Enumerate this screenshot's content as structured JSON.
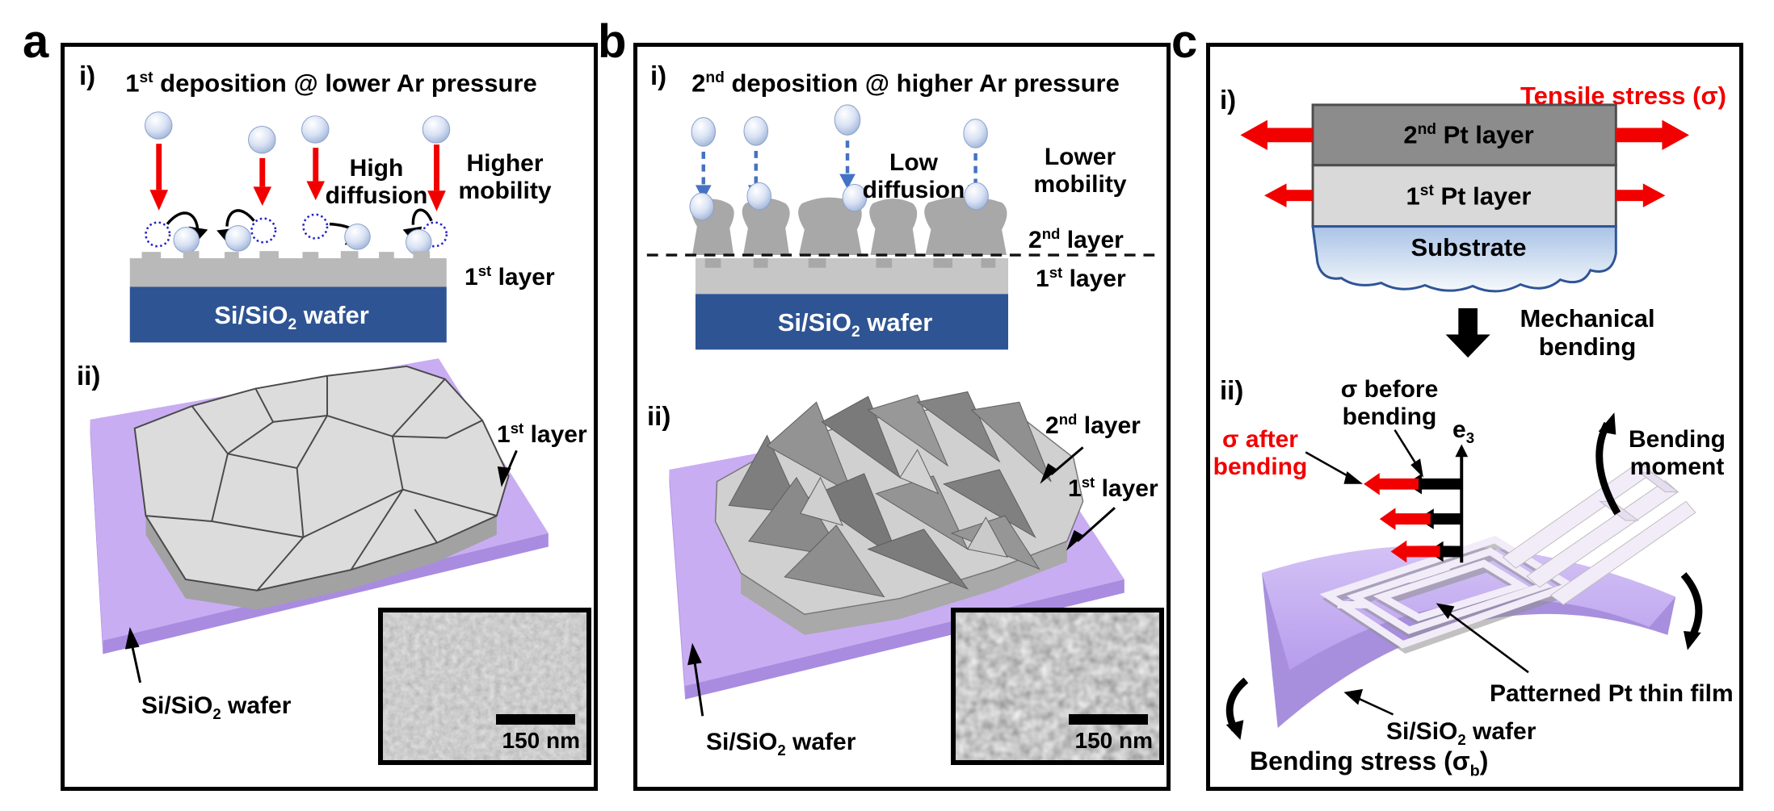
{
  "figure": {
    "panels": {
      "a": {
        "label": "a",
        "i": {
          "numeral": "i)",
          "title_base": "1",
          "title_sup": "st",
          "title_rest": " deposition @ lower Ar pressure",
          "diffusion_l1": "High",
          "diffusion_l2": "diffusion",
          "mobility_l1": "Higher",
          "mobility_l2": "mobility",
          "layer1_base": "1",
          "layer1_sup": "st",
          "layer1_rest": " layer",
          "wafer_base": "Si/SiO",
          "wafer_sub": "2",
          "wafer_rest": " wafer"
        },
        "ii": {
          "numeral": "ii)",
          "layer1_base": "1",
          "layer1_sup": "st",
          "layer1_rest": " layer",
          "wafer_base": "Si/SiO",
          "wafer_sub": "2",
          "wafer_rest": " wafer",
          "scale": "150 nm"
        }
      },
      "b": {
        "label": "b",
        "i": {
          "numeral": "i)",
          "title_base": "2",
          "title_sup": "nd",
          "title_rest": " deposition @ higher Ar pressure",
          "diffusion_l1": "Low",
          "diffusion_l2": "diffusion",
          "mobility_l1": "Lower",
          "mobility_l2": "mobility",
          "layer2_base": "2",
          "layer2_sup": "nd",
          "layer2_rest": " layer",
          "layer1_base": "1",
          "layer1_sup": "st",
          "layer1_rest": " layer",
          "wafer_base": "Si/SiO",
          "wafer_sub": "2",
          "wafer_rest": " wafer"
        },
        "ii": {
          "numeral": "ii)",
          "layer2_base": "2",
          "layer2_sup": "nd",
          "layer2_rest": " layer",
          "layer1_base": "1",
          "layer1_sup": "st",
          "layer1_rest": " layer",
          "wafer_base": "Si/SiO",
          "wafer_sub": "2",
          "wafer_rest": " wafer",
          "scale": "150 nm"
        }
      },
      "c": {
        "label": "c",
        "i": {
          "numeral": "i)",
          "tensile": "Tensile stress (σ)",
          "pt2_base": "2",
          "pt2_sup": "nd",
          "pt2_rest": " Pt layer",
          "pt1_base": "1",
          "pt1_sup": "st",
          "pt1_rest": " Pt layer",
          "substrate": "Substrate",
          "mech_l1": "Mechanical",
          "mech_l2": "bending"
        },
        "ii": {
          "numeral": "ii)",
          "before_l1": "σ before",
          "before_l2": "bending",
          "after_l1": "σ after",
          "after_l2": "bending",
          "e_base": "e",
          "e_sub": "3",
          "moment_l1": "Bending",
          "moment_l2": "moment",
          "film": "Patterned Pt thin film",
          "wafer_base": "Si/SiO",
          "wafer_sub": "2",
          "wafer_rest": " wafer",
          "stress_base": "Bending stress (σ",
          "stress_sub": "b",
          "stress_rest": ")"
        }
      }
    },
    "colors": {
      "accent_red": "#f20000",
      "wafer_blue": "#2f5493",
      "wafer_purple": "#c9adf2",
      "arrow_blue": "#4472c4",
      "adatom_circle_blue": "#2222cc",
      "grain_gray": "#dcdcdc",
      "pt2_gray": "#8c8c8c",
      "pt1_gray": "#d9d9d9",
      "film_white": "#f2ecf8"
    }
  }
}
